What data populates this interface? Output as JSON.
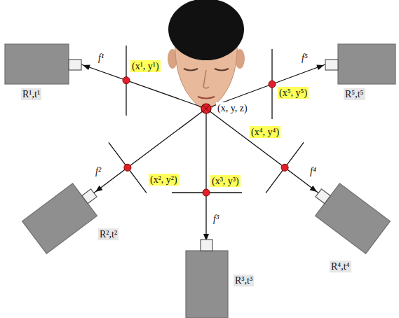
{
  "diagram": {
    "nodes": [
      {
        "text": [
          "R¹,t¹"
        ]
      },
      {
        "text": [
          "R⁵,t⁵"
        ]
      },
      {
        "text": [
          "R²,t²"
        ]
      },
      {
        "text": [
          "R⁴,t⁴"
        ]
      },
      {
        "text": [
          "R³,t³"
        ]
      }
    ],
    "labels": [
      "f¹",
      "(x¹, y¹)",
      "f⁵",
      "(x⁵, y⁵)",
      "(x, y, z)",
      "f²",
      "(x², y²)",
      "(x⁴, y⁴)",
      "f⁴",
      "(x³, y³)",
      "f³"
    ]
  }
}
